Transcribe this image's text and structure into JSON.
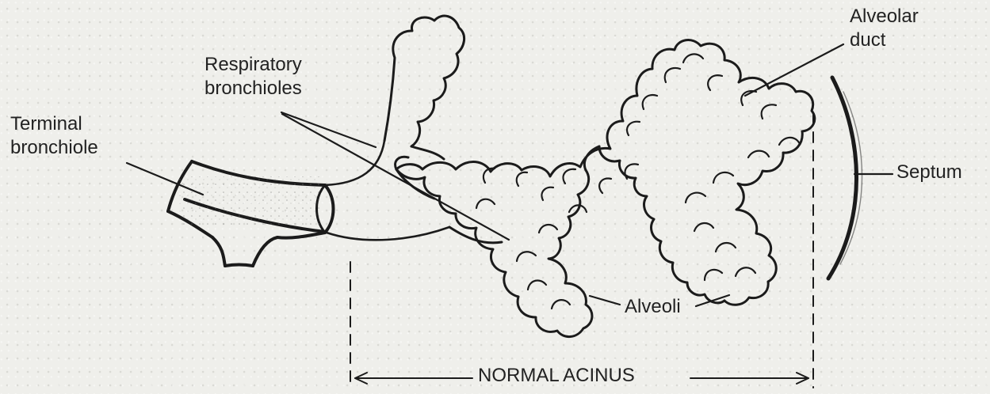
{
  "diagram": {
    "labels": {
      "terminal_bronchiole": [
        "Terminal",
        "bronchiole"
      ],
      "respiratory_bronchioles": [
        "Respiratory",
        "bronchioles"
      ],
      "alveolar_duct": [
        "Alveolar",
        "duct"
      ],
      "septum": "Septum",
      "alveoli": "Alveoli",
      "acinus": "NORMAL ACINUS"
    }
  }
}
